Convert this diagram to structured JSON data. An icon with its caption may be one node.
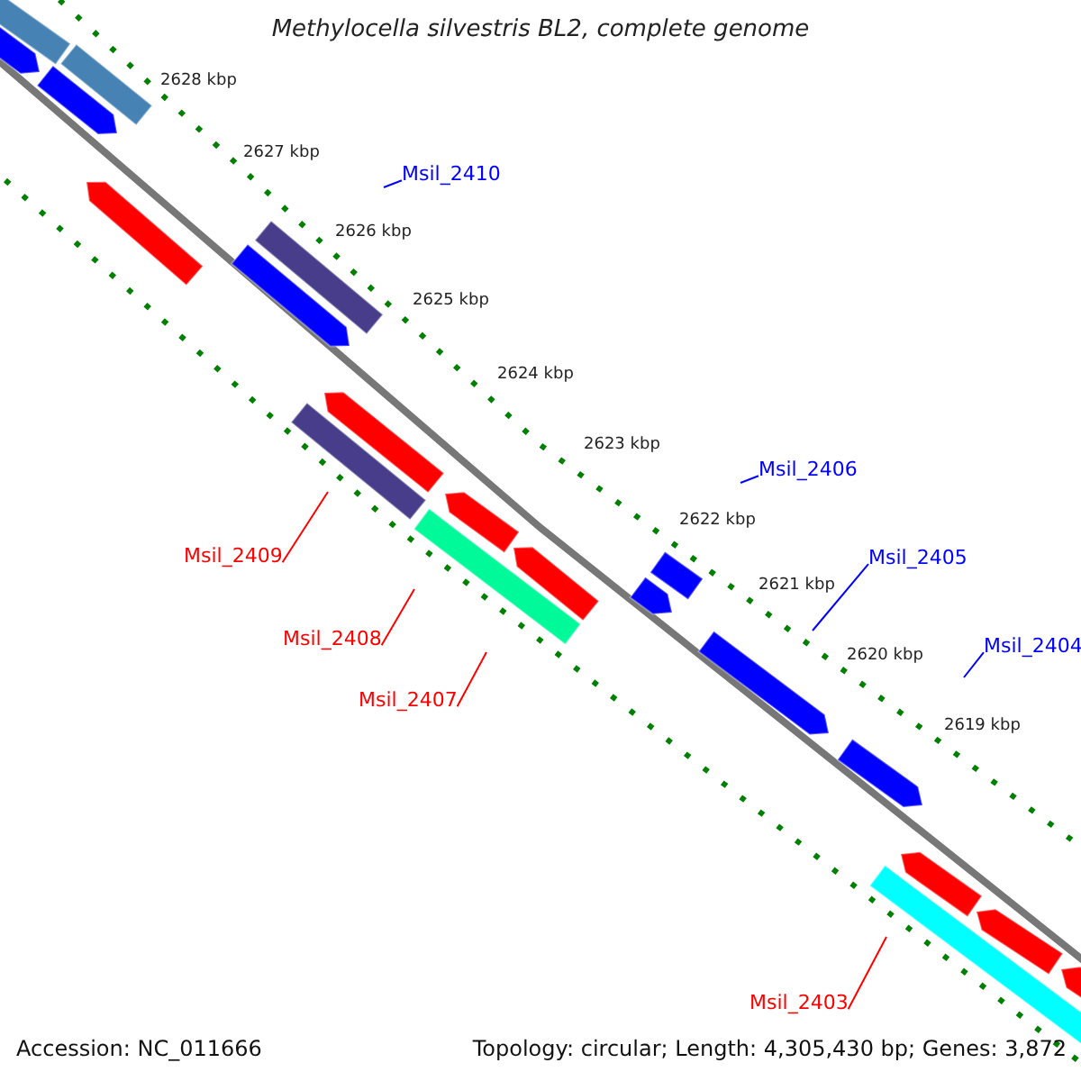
{
  "diagram": {
    "title": "Methylocella silvestris BL2, complete genome",
    "nodes": [
      {
        "text": [
          "Msil_2410"
        ]
      },
      {
        "text": [
          "Msil_2406"
        ]
      },
      {
        "text": [
          "Msil_2409"
        ]
      },
      {
        "text": [
          "Msil_2405"
        ]
      },
      {
        "text": [
          "Msil_2408"
        ]
      },
      {
        "text": [
          "Msil_2404"
        ]
      },
      {
        "text": [
          "Msil_2407"
        ]
      },
      {
        "text": [
          "Msil_2403"
        ]
      }
    ],
    "edges": [
      {
        "from": 0,
        "to": null,
        "arrow": "none"
      },
      {
        "from": 1,
        "to": null,
        "arrow": "none"
      },
      {
        "from": 2,
        "to": null,
        "arrow": "none",
        "color": "#ff0000"
      },
      {
        "from": 3,
        "to": null,
        "arrow": "none"
      },
      {
        "from": 4,
        "to": null,
        "arrow": "none",
        "color": "#ff0000"
      },
      {
        "from": 5,
        "to": null,
        "arrow": "none"
      },
      {
        "from": 6,
        "to": null,
        "arrow": "none",
        "color": "#ff0000"
      },
      {
        "from": 7,
        "to": null,
        "arrow": "none",
        "color": "#ff0000"
      }
    ],
    "labels": [
      "2628 kbp",
      "2627 kbp",
      "2626 kbp",
      "2625 kbp",
      "2624 kbp",
      "2623 kbp",
      "2622 kbp",
      "2621 kbp",
      "2620 kbp",
      "2619 kbp",
      "Accession: NC_011666",
      "Topology: circular; Length: 4,305,430 bp; Genes: 3,872"
    ]
  }
}
